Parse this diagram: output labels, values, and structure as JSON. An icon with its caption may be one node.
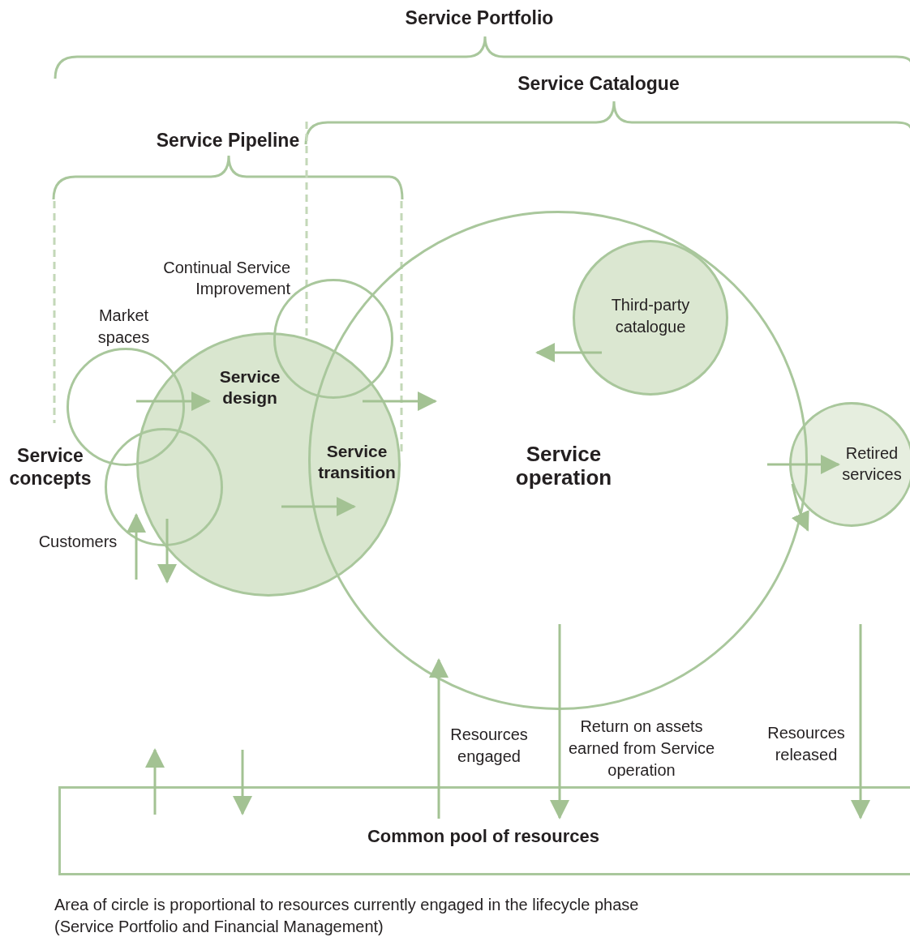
{
  "diagram": {
    "caption": "Area of circle is proportional to resources currently engaged in the lifecycle phase (Service Portfolio and Financial Management)",
    "nodes": [
      {
        "text": [
          "Service operation"
        ]
      },
      {
        "text": [
          "Service design"
        ]
      },
      {
        "text": [
          "Service transition"
        ]
      },
      {
        "text": [
          "Continual Service Improvement"
        ]
      },
      {
        "text": [
          "Market spaces"
        ]
      },
      {
        "text": [
          "Customers"
        ]
      },
      {
        "text": [
          "Third-party catalogue"
        ],
        "in": 0
      },
      {
        "text": [
          "Retired services"
        ]
      },
      {
        "text": [
          "Common pool of resources"
        ]
      }
    ],
    "edges": [
      {
        "from": 4,
        "to": 1,
        "arrow": "to"
      },
      {
        "from": 1,
        "to": 2,
        "arrow": "to"
      },
      {
        "from": 1,
        "to": null,
        "arrow": "to"
      },
      {
        "from": 6,
        "to": null,
        "arrow": "to"
      },
      {
        "from": null,
        "to": 7,
        "arrow": "to"
      },
      {
        "from": 7,
        "to": 0,
        "arrow": "to"
      },
      {
        "from": 1,
        "to": 5,
        "arrow": "to"
      },
      {
        "from": 5,
        "to": 1,
        "arrow": "to"
      },
      {
        "from": 8,
        "to": null,
        "arrow": "to"
      },
      {
        "from": null,
        "to": 8,
        "arrow": "to"
      },
      {
        "from": 8,
        "to": 0,
        "arrow": "to",
        "label": "Resources engaged"
      },
      {
        "from": null,
        "to": 8,
        "arrow": "to",
        "label": "Return on assets earned from Service operation"
      },
      {
        "from": null,
        "to": 8,
        "arrow": "to",
        "label": "Resources released"
      }
    ],
    "labels": [
      "Service Portfolio",
      "Service Catalogue",
      "Service Pipeline",
      "Service concepts"
    ]
  }
}
